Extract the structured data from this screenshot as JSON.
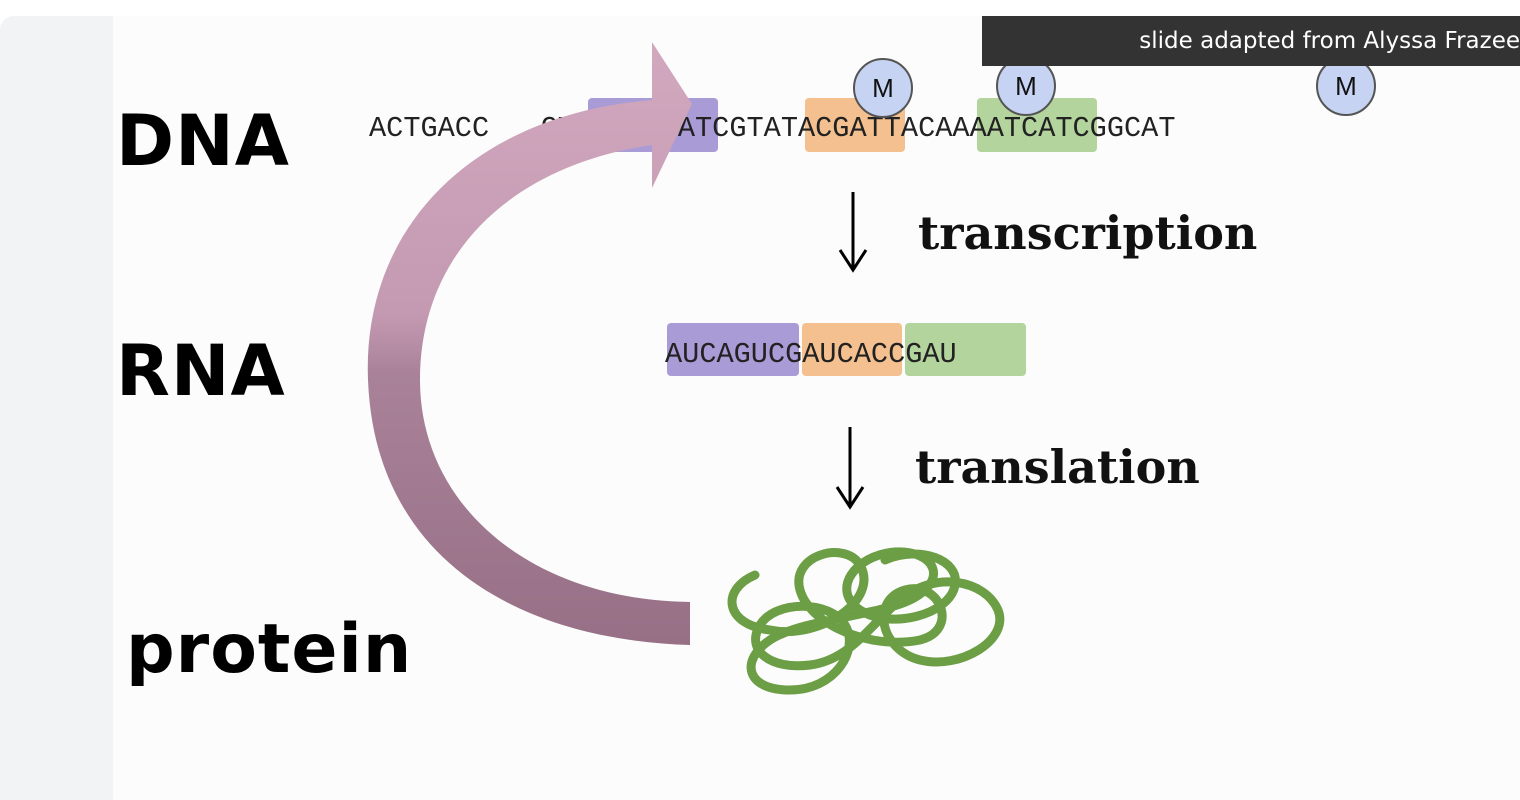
{
  "credit": "slide adapted from Alyssa Frazee",
  "labels": {
    "dna": "DNA",
    "rna": "RNA",
    "protein": "protein"
  },
  "dna_sequence": "ACTGACC   GTCGATCGATCGTATACGATTACAAAATCATCGGCAT",
  "rna_sequence": "AUCAGUCGAUCACCGAU",
  "methyl_marks": [
    "M",
    "M",
    "M"
  ],
  "steps": {
    "transcription": "transcription",
    "translation": "translation"
  },
  "colors": {
    "purple": "#a99bd6",
    "orange": "#f5c08f",
    "green": "#b3d59d",
    "protein_line": "#6c9e45",
    "arrow_top": "#cfa5bc",
    "arrow_bottom": "#9a7690"
  }
}
